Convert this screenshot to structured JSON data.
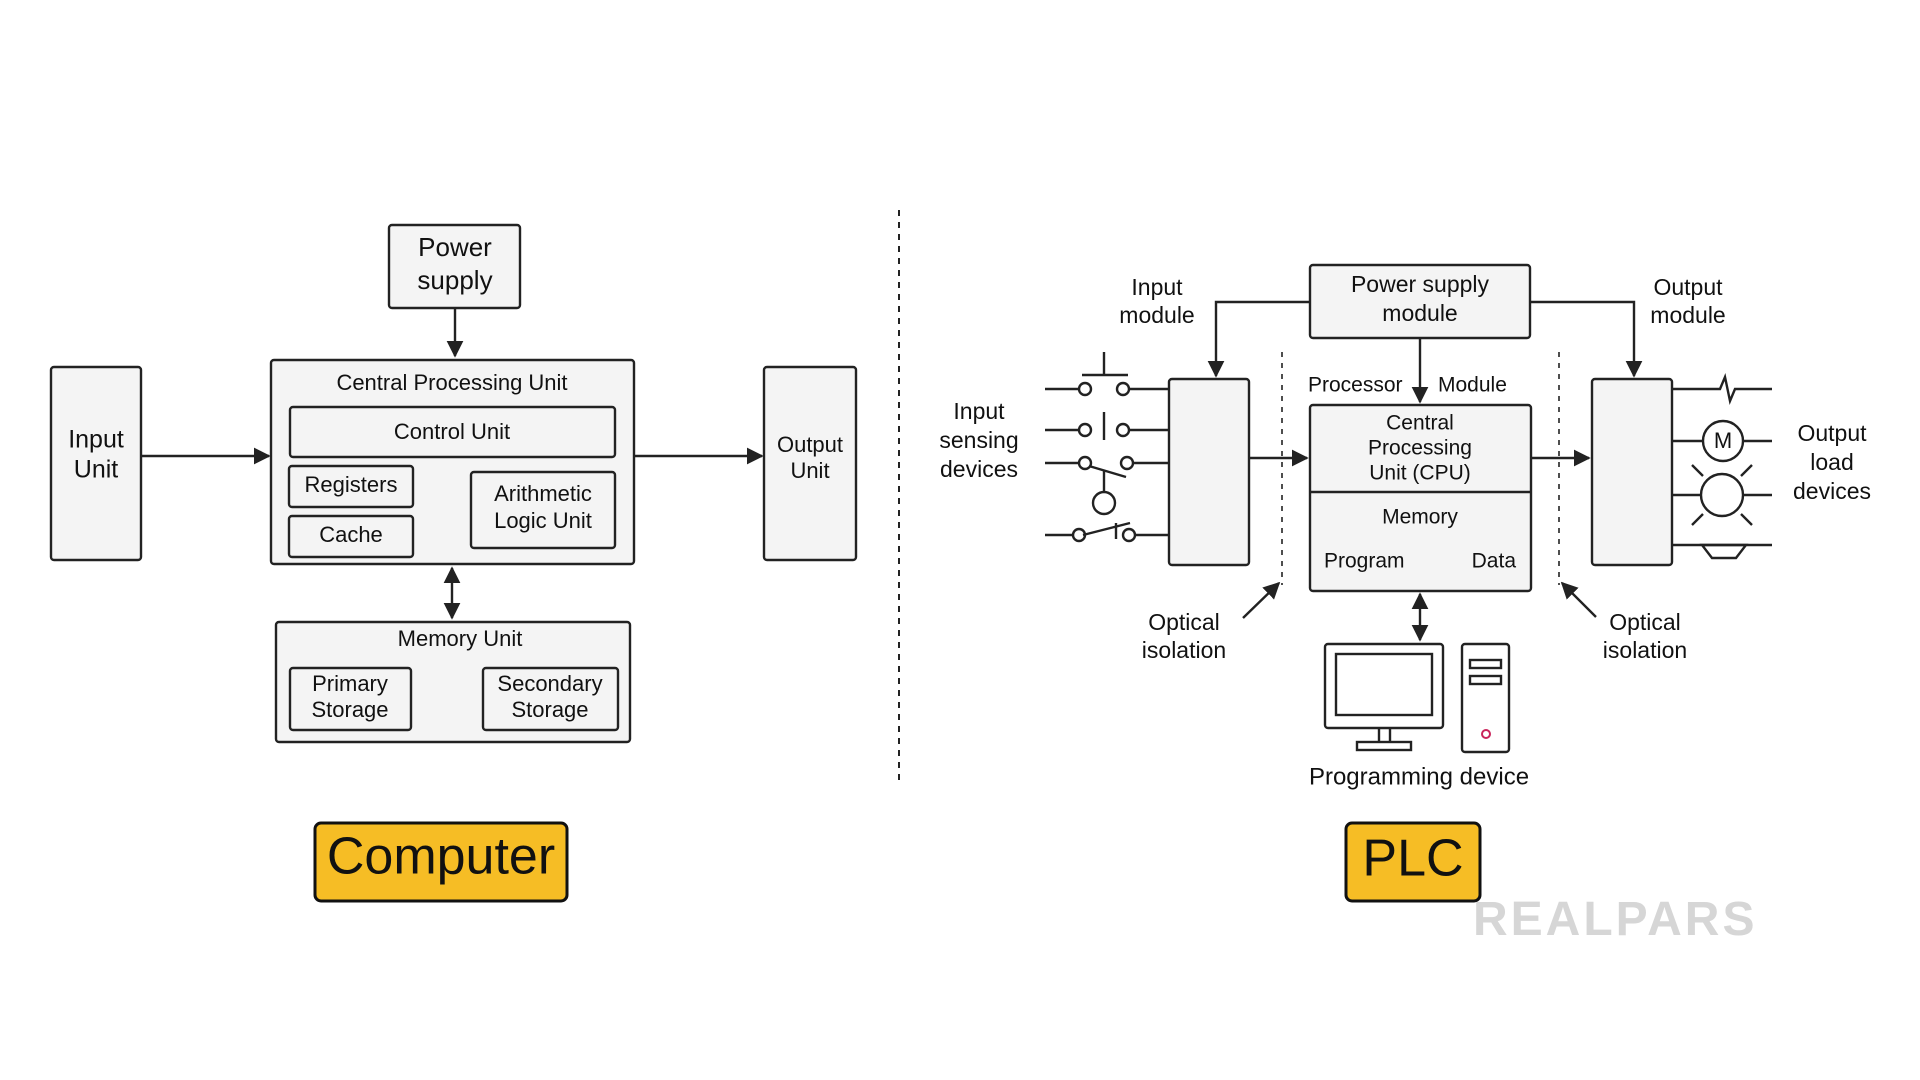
{
  "computer": {
    "power_supply": [
      "Power",
      "supply"
    ],
    "input_unit": [
      "Input",
      "Unit"
    ],
    "output_unit": [
      "Output",
      "Unit"
    ],
    "cpu_title": "Central Processing Unit",
    "control_unit": "Control Unit",
    "registers": "Registers",
    "cache": "Cache",
    "alu": [
      "Arithmetic",
      "Logic Unit"
    ],
    "memory_unit": "Memory Unit",
    "primary_storage": [
      "Primary",
      "Storage"
    ],
    "secondary_storage": [
      "Secondary",
      "Storage"
    ],
    "badge": "Computer"
  },
  "plc": {
    "power_supply_module": [
      "Power supply",
      "module"
    ],
    "input_module": [
      "Input",
      "module"
    ],
    "output_module": [
      "Output",
      "module"
    ],
    "input_devices": [
      "Input",
      "sensing",
      "devices"
    ],
    "output_devices": [
      "Output",
      "load",
      "devices"
    ],
    "processor_label": "Processor",
    "module_label": "Module",
    "cpu": [
      "Central",
      "Processing",
      "Unit (CPU)"
    ],
    "memory": "Memory",
    "program": "Program",
    "data": "Data",
    "optical_isolation": [
      "Optical",
      "isolation"
    ],
    "motor_symbol": "M",
    "programming_device": "Programming device",
    "badge": "PLC"
  },
  "brand": "REALPARS",
  "colors": {
    "badge": "#f6bd25",
    "box_fill": "#f4f4f4",
    "stroke": "#222222",
    "logo": "#d6d6d6"
  }
}
